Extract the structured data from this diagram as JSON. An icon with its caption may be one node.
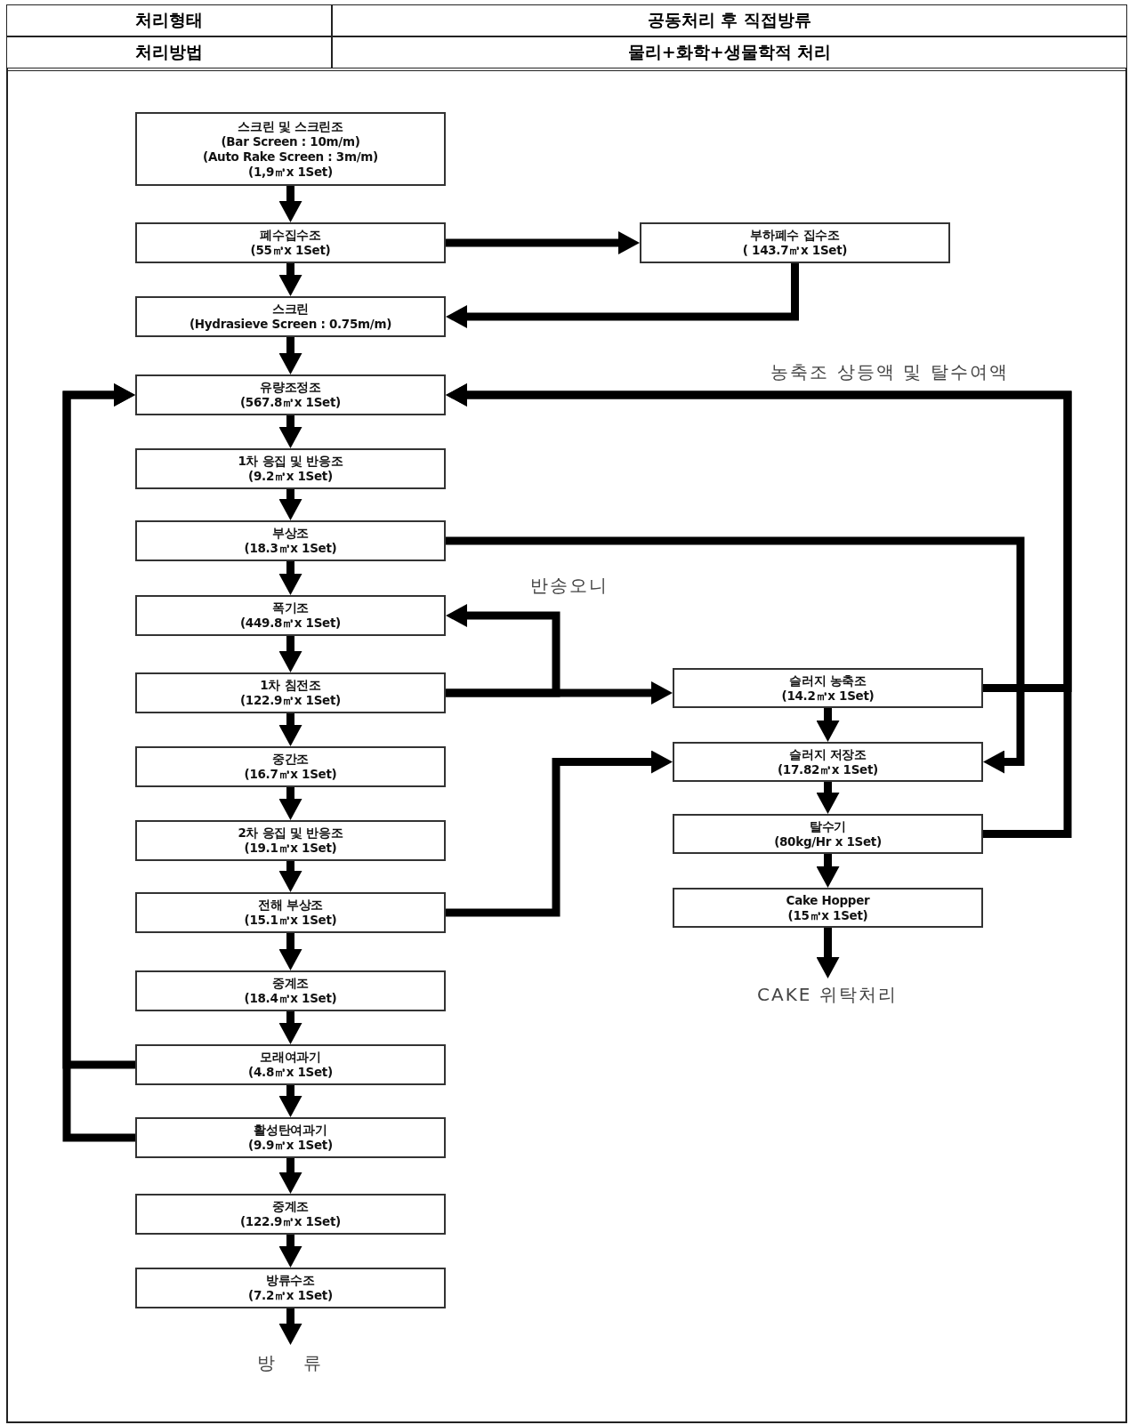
{
  "diagram": {
    "nodes": [
      {
        "text": [
          "스크린 및 스크린조",
          "(Bar Screen : 10m/m)",
          "(Auto Rake Screen : 3m/m)",
          "(1,9㎥x 1Set)"
        ]
      },
      {
        "text": [
          "폐수집수조",
          "(55㎥x 1Set)"
        ]
      },
      {
        "text": [
          "스크린",
          "(Hydrasieve Screen : 0.75m/m)"
        ]
      },
      {
        "text": [
          "유량조정조",
          "(567.8㎥x 1Set)"
        ]
      },
      {
        "text": [
          "1차 응집 및 반응조",
          "(9.2㎥x 1Set)"
        ]
      },
      {
        "text": [
          "부상조",
          "(18.3㎥x 1Set)"
        ]
      },
      {
        "text": [
          "폭기조",
          "(449.8㎥x 1Set)"
        ]
      },
      {
        "text": [
          "1차 침전조",
          "(122.9㎥x 1Set)"
        ]
      },
      {
        "text": [
          "중간조",
          "(16.7㎥x 1Set)"
        ]
      },
      {
        "text": [
          "2차 응집 및 반응조",
          "(19.1㎥x 1Set)"
        ]
      },
      {
        "text": [
          "전해 부상조",
          "(15.1㎥x 1Set)"
        ]
      },
      {
        "text": [
          "중계조",
          "(18.4㎥x 1Set)"
        ]
      },
      {
        "text": [
          "모래여과기",
          "(4.8㎥x 1Set)"
        ]
      },
      {
        "text": [
          "활성탄여과기",
          "(9.9㎥x 1Set)"
        ]
      },
      {
        "text": [
          "중계조",
          "(122.9㎥x 1Set)"
        ]
      },
      {
        "text": [
          "방류수조",
          "(7.2㎥x 1Set)"
        ]
      },
      {
        "text": [
          "방 류"
        ]
      },
      {
        "text": [
          "부하폐수 집수조",
          "( 143.7㎥x 1Set)"
        ]
      },
      {
        "text": [
          "슬러지 농축조",
          "(14.2㎥x 1Set)"
        ]
      },
      {
        "text": [
          "슬러지 저장조",
          "(17.82㎥x 1Set)"
        ]
      },
      {
        "text": [
          "탈수기",
          "(80kg/Hr x 1Set)"
        ]
      },
      {
        "text": [
          "Cake Hopper",
          "(15㎥x 1Set)"
        ]
      },
      {
        "text": [
          "CAKE 위탁처리"
        ]
      }
    ],
    "edges": [
      {
        "from": 0,
        "to": 1,
        "arrow": "to"
      },
      {
        "from": 1,
        "to": 2,
        "arrow": "to"
      },
      {
        "from": 2,
        "to": 3,
        "arrow": "to"
      },
      {
        "from": 3,
        "to": 4,
        "arrow": "to"
      },
      {
        "from": 4,
        "to": 5,
        "arrow": "to"
      },
      {
        "from": 5,
        "to": 6,
        "arrow": "to"
      },
      {
        "from": 6,
        "to": 7,
        "arrow": "to"
      },
      {
        "from": 7,
        "to": 8,
        "arrow": "to"
      },
      {
        "from": 8,
        "to": 9,
        "arrow": "to"
      },
      {
        "from": 9,
        "to": 10,
        "arrow": "to"
      },
      {
        "from": 10,
        "to": 11,
        "arrow": "to"
      },
      {
        "from": 11,
        "to": 12,
        "arrow": "to"
      },
      {
        "from": 12,
        "to": 13,
        "arrow": "to"
      },
      {
        "from": 13,
        "to": 14,
        "arrow": "to"
      },
      {
        "from": 14,
        "to": 15,
        "arrow": "to"
      },
      {
        "from": 15,
        "to": 16,
        "arrow": "to"
      },
      {
        "from": 1,
        "to": 17,
        "arrow": "to"
      },
      {
        "from": 17,
        "to": 2,
        "arrow": "to"
      },
      {
        "from": 18,
        "to": 3,
        "arrow": "to",
        "label": "농축조 상등액 및 탈수여액"
      },
      {
        "from": 20,
        "to": 3,
        "arrow": "to"
      },
      {
        "from": 5,
        "to": 19,
        "arrow": "to"
      },
      {
        "from": 7,
        "to": 18,
        "arrow": "to"
      },
      {
        "from": 7,
        "to": 6,
        "arrow": "to",
        "label": "반송오니"
      },
      {
        "from": 10,
        "to": 19,
        "arrow": "to"
      },
      {
        "from": 12,
        "to": 3,
        "arrow": "to"
      },
      {
        "from": 13,
        "to": 3,
        "arrow": "to"
      },
      {
        "from": 18,
        "to": 19,
        "arrow": "to"
      },
      {
        "from": 19,
        "to": 20,
        "arrow": "to"
      },
      {
        "from": 20,
        "to": 21,
        "arrow": "to"
      },
      {
        "from": 21,
        "to": 22,
        "arrow": "to"
      }
    ],
    "labels": [
      "처리형태",
      "공동처리 후 직접방류",
      "처리방법",
      "물리+화학+생물학적 처리"
    ]
  }
}
